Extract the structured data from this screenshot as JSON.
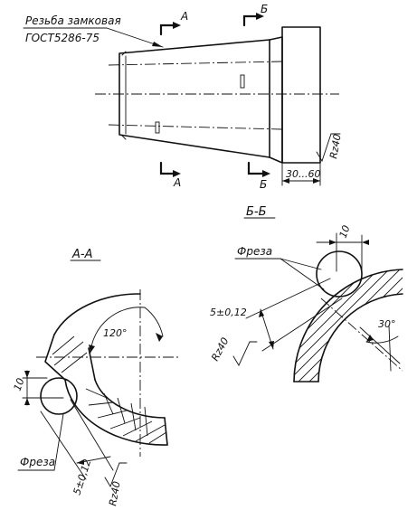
{
  "top_view": {
    "note_line1": "Резьба замковая",
    "note_line2": "ГОСТ5286-75",
    "section_a_mark_top": "А",
    "section_b_mark_top": "Б",
    "section_a_mark_bottom": "А",
    "section_b_mark_bottom": "Б",
    "roughness": "Rz40",
    "flange_length": "30...60"
  },
  "section_bb": {
    "title": "Б-Б",
    "cutter_label": "Фреза",
    "dim_width": "10",
    "dim_offset": "5±0,12",
    "roughness": "Rz40",
    "angle": "30°"
  },
  "section_aa": {
    "title": "А-А",
    "cutter_label": "Фреза",
    "dim_width": "10",
    "dim_offset": "5±0,12",
    "roughness": "Rz40",
    "angle": "120°"
  }
}
